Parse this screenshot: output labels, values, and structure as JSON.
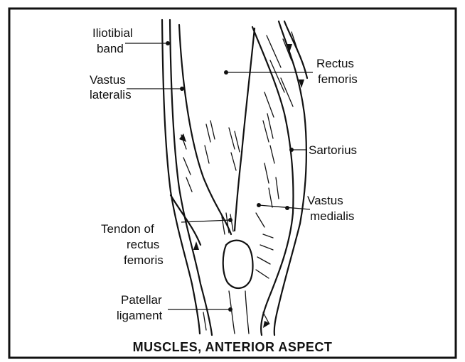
{
  "labels": {
    "iliotibial_band": [
      "Iliotibial",
      "band"
    ],
    "vastus_lateralis": [
      "Vastus",
      "lateralis"
    ],
    "rectus_femoris": [
      "Rectus",
      "femoris"
    ],
    "sartorius": [
      "Sartorius"
    ],
    "vastus_medialis": [
      "Vastus",
      "medialis"
    ],
    "tendon_rectus_femoris": [
      "Tendon of",
      "rectus",
      "femoris"
    ],
    "patellar_ligament": [
      "Patellar",
      "ligament"
    ]
  },
  "caption": "MUSCLES, ANTERIOR ASPECT"
}
